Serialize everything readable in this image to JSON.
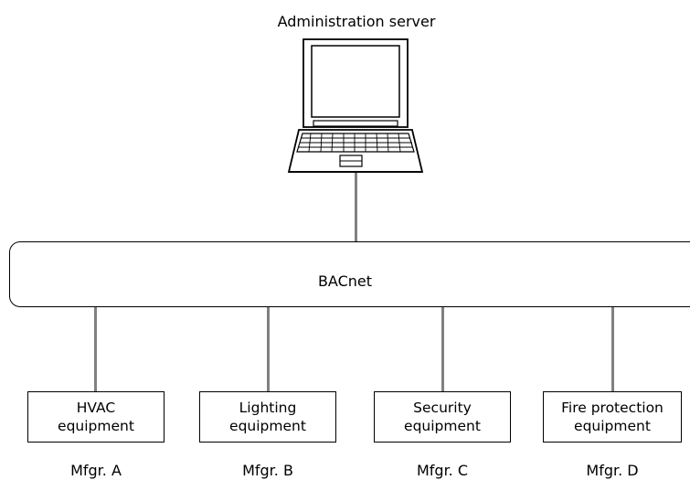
{
  "server": {
    "label": "Administration server"
  },
  "network": {
    "label": "BACnet"
  },
  "devices": [
    {
      "line1": "HVAC",
      "line2": "equipment",
      "manufacturer": "Mfgr. A"
    },
    {
      "line1": "Lighting",
      "line2": "equipment",
      "manufacturer": "Mfgr. B"
    },
    {
      "line1": "Security",
      "line2": "equipment",
      "manufacturer": "Mfgr. C"
    },
    {
      "line1": "Fire protection",
      "line2": "equipment",
      "manufacturer": "Mfgr. D"
    }
  ]
}
